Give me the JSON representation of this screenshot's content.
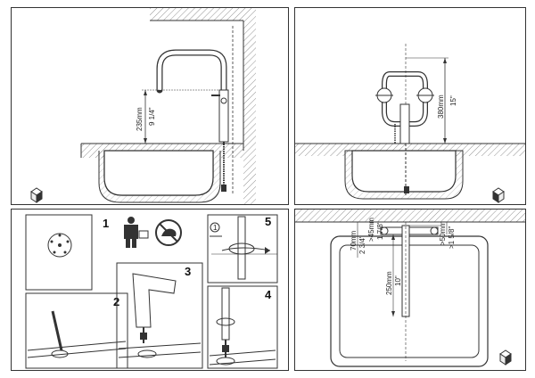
{
  "panels": {
    "top_left": {
      "dim_metric": "235mm",
      "dim_imperial": "9 1/4\""
    },
    "top_right": {
      "dim_metric": "380mm",
      "dim_imperial": "15\""
    },
    "bottom_left": {
      "steps": [
        "1",
        "2",
        "3",
        "4",
        "5"
      ],
      "step5_marker": "1"
    },
    "bottom_right": {
      "dim_left_1": "70mm",
      "dim_left_2": "2 3/4\"",
      "dim_left_3": ">45mm",
      "dim_left_4": "1 7/8\"",
      "dim_right_1": ">50mm",
      "dim_right_2": ">1 5/8\"",
      "dim_center_1": "250mm",
      "dim_center_2": "10\""
    }
  }
}
